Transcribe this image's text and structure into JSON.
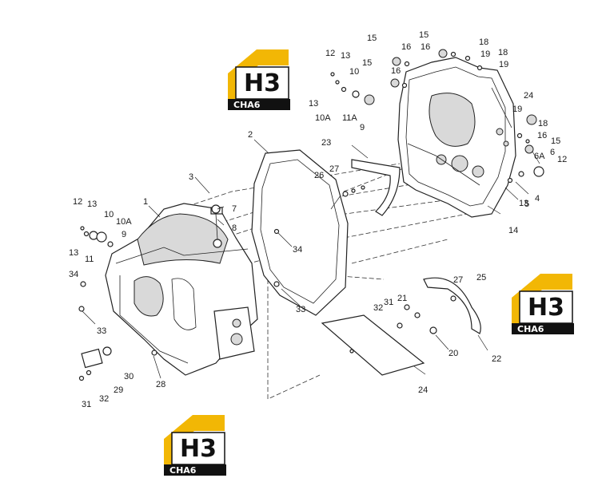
{
  "logo": {
    "mark": "H3",
    "word": "CHA6"
  },
  "labels": {
    "l1": "1",
    "l2": "2",
    "l3": "3",
    "l4": "4",
    "l5": "5",
    "l6": "6",
    "l6a": "6A",
    "l7": "7",
    "l8": "8",
    "l9a": "9",
    "l9b": "9",
    "l10a": "10",
    "l10b": "10",
    "l10Aa": "10A",
    "l10Ab": "10A",
    "l11": "11",
    "l11A": "11A",
    "l12a": "12",
    "l12b": "12",
    "l12c": "12",
    "l13a": "13",
    "l13b": "13",
    "l13c": "13",
    "l13d": "13",
    "l13e": "13",
    "l14": "14",
    "l15a": "15",
    "l15b": "15",
    "l15c": "15",
    "l15d": "15",
    "l16a": "16",
    "l16b": "16",
    "l16c": "16",
    "l16d": "16",
    "l18a": "18",
    "l18b": "18",
    "l18c": "18",
    "l19a": "19",
    "l19b": "19",
    "l19c": "19",
    "l20": "20",
    "l21": "21",
    "l22": "22",
    "l23": "23",
    "l24a": "24",
    "l24b": "24",
    "l25": "25",
    "l26": "26",
    "l27a": "27",
    "l27b": "27",
    "l28": "28",
    "l29": "29",
    "l30": "30",
    "l31a": "31",
    "l31b": "31",
    "l32a": "32",
    "l32b": "32",
    "l33a": "33",
    "l33b": "33",
    "l34a": "34",
    "l34b": "34"
  }
}
